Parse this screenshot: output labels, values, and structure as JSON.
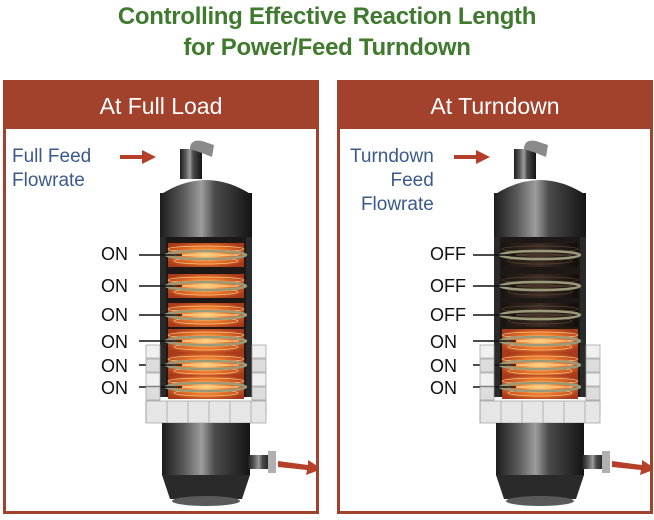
{
  "title": {
    "line1": "Controlling Effective Reaction Length",
    "line2": "for Power/Feed Turndown"
  },
  "panels": [
    {
      "header": "At Full Load",
      "feed_lines": [
        "Full Feed",
        "Flowrate"
      ],
      "stages": [
        "ON",
        "ON",
        "ON",
        "ON",
        "ON",
        "ON"
      ]
    },
    {
      "header": "At Turndown",
      "feed_lines": [
        "Turndown",
        "Feed",
        "Flowrate"
      ],
      "stages": [
        "OFF",
        "OFF",
        "OFF",
        "ON",
        "ON",
        "ON"
      ]
    }
  ],
  "colors": {
    "title": "#3f7a2e",
    "panel_border": "#a2412c",
    "feed_label": "#3a5a8c",
    "arrow": "#b5402a",
    "glow_on": "#f07a2a",
    "element_off": "#6a4a38"
  }
}
